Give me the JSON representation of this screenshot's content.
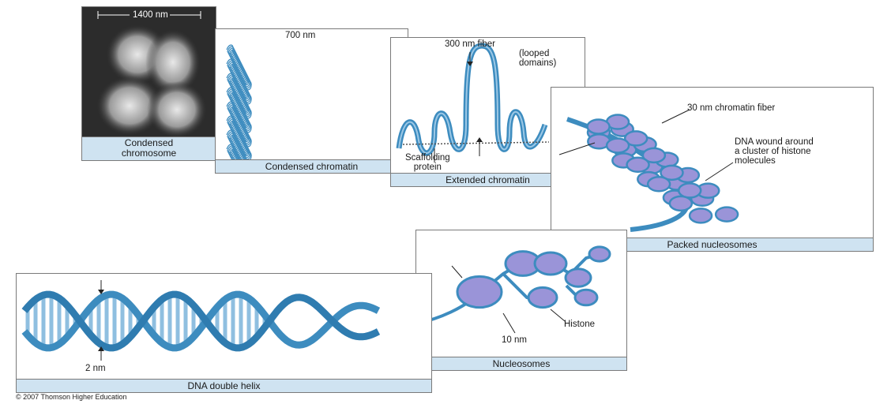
{
  "panels": {
    "chromosome": {
      "scale": "1400 nm",
      "caption_line1": "Condensed",
      "caption_line2": "chromosome"
    },
    "condensed_chromatin": {
      "scale": "700 nm",
      "caption": "Condensed chromatin"
    },
    "extended_chromatin": {
      "fiber_line1": "300 nm fiber",
      "fiber_line2": "(looped",
      "fiber_line3": "domains)",
      "scaffold_line1": "Scaffolding",
      "scaffold_line2": "protein",
      "caption": "Extended chromatin"
    },
    "packed_nucleosomes": {
      "fiber": "30 nm chromatin fiber",
      "histone_line1": "DNA wound around",
      "histone_line2": "a cluster of histone",
      "histone_line3": "molecules",
      "caption": "Packed nucleosomes"
    },
    "nucleosomes": {
      "histone": "Histone",
      "size": "10 nm",
      "caption": "Nucleosomes"
    },
    "dna": {
      "size": "2 nm",
      "caption": "DNA double helix"
    }
  },
  "credit": "© 2007 Thomson Higher Education",
  "colors": {
    "dna_blue": "#3d8cbf",
    "histone_purple": "#9a94d8",
    "caption_bg": "#cfe3f1"
  }
}
